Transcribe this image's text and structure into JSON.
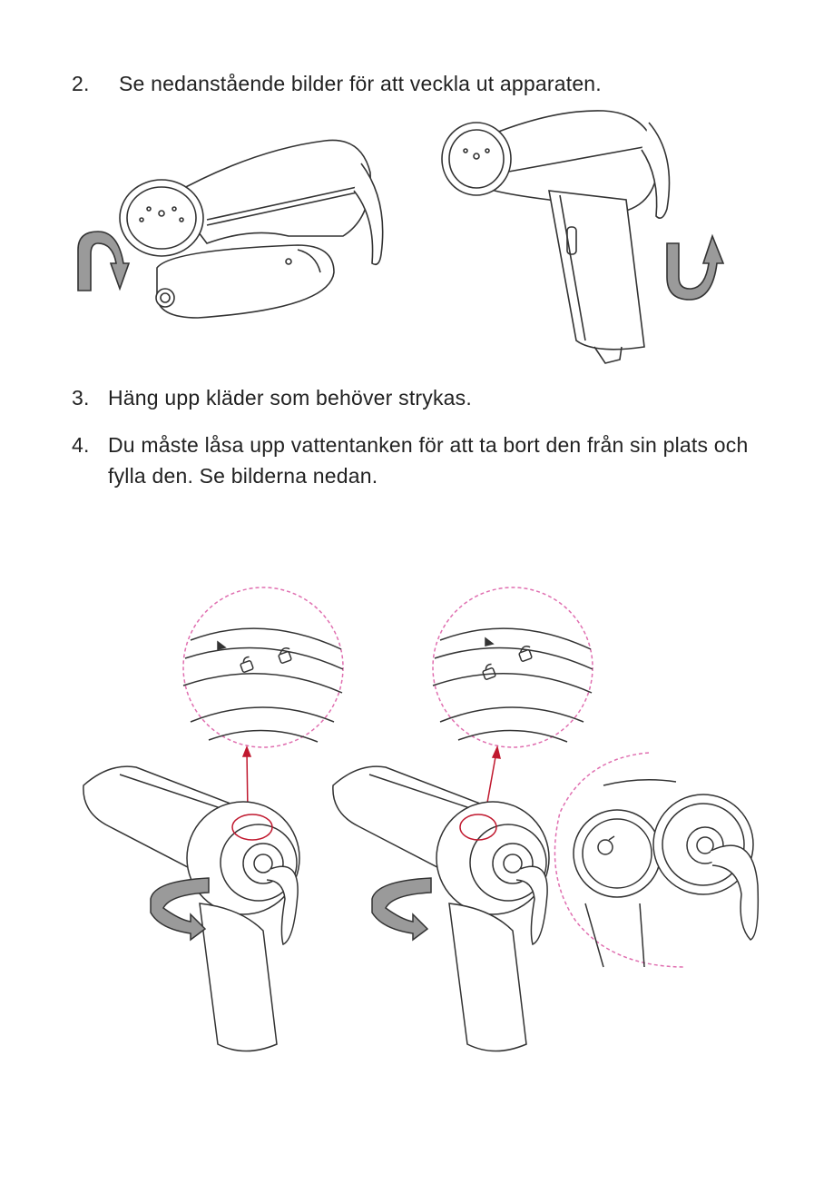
{
  "steps": [
    {
      "number": "2.",
      "text": "Se nedanstående bilder för att veckla ut apparaten."
    },
    {
      "number": "3.",
      "text": "Häng upp kläder som behöver strykas."
    },
    {
      "number": "4.",
      "text": "Du måste låsa upp vattentanken för att ta bort den från sin plats och fylla den. Se bilderna nedan."
    }
  ],
  "colors": {
    "text": "#222222",
    "line": "#333333",
    "highlight": "#c0182e",
    "zoom_circle": "#e06fb0",
    "arrow_fill": "#9a9a9a"
  }
}
